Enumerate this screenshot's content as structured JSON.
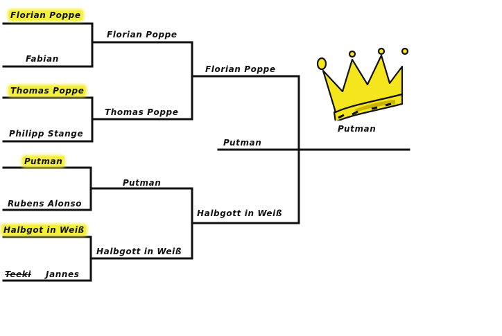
{
  "round1": {
    "p1": "Florian Poppe",
    "p2": "Fabian",
    "p3": "Thomas Poppe",
    "p4": "Philipp Stange",
    "p5": "Putman",
    "p6": "Rubens Alonso",
    "p7": "Halbgot in Weiß",
    "p8a": "Teeki",
    "p8b": "Jannes"
  },
  "round2": {
    "w1": "Florian Poppe",
    "w2": "Thomas Poppe",
    "w3": "Putman",
    "w4": "Halbgott in Weiß"
  },
  "semifinal": {
    "top": "Florian Poppe",
    "bottom": "Halbgott in Weiß"
  },
  "final": {
    "finalist": "Putman",
    "champion": "Putman"
  },
  "crown": {
    "icon": "crown-icon",
    "gold": "#f5e51c",
    "shadow": "#c9b400"
  },
  "colors": {
    "highlight": "#f3ef3a",
    "line": "#111111"
  }
}
